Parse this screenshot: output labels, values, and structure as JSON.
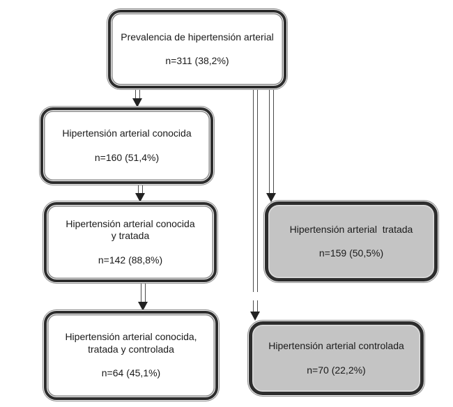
{
  "colors": {
    "canvas-bg": "#ffffff",
    "border-dark": "#2d2d2d",
    "outline-gray": "#8a8a8a",
    "fill-white": "#ffffff",
    "fill-gray": "#c4c4c4",
    "text": "#1a1a1a",
    "arrow": "#222222"
  },
  "diagram": {
    "type": "flowchart",
    "boxes": [
      {
        "line1": "Prevalencia de hipertensión arterial",
        "line2": "",
        "value": "n=311 (38,2%)"
      },
      {
        "line1": "Hipertensión arterial conocida",
        "line2": "",
        "value": "n=160 (51,4%)"
      },
      {
        "line1": "Hipertensión arterial conocida",
        "line2": "y tratada",
        "value": "n=142 (88,8%)"
      },
      {
        "line1": "Hipertensión arterial conocida,",
        "line2": "tratada y controlada",
        "value": "n=64 (45,1%)"
      },
      {
        "line1": "Hipertensión arterial  tratada",
        "line2": "",
        "value": "n=159 (50,5%)"
      },
      {
        "line1": "Hipertensión arterial controlada",
        "line2": "",
        "value": "n=70 (22,2%)"
      }
    ]
  }
}
